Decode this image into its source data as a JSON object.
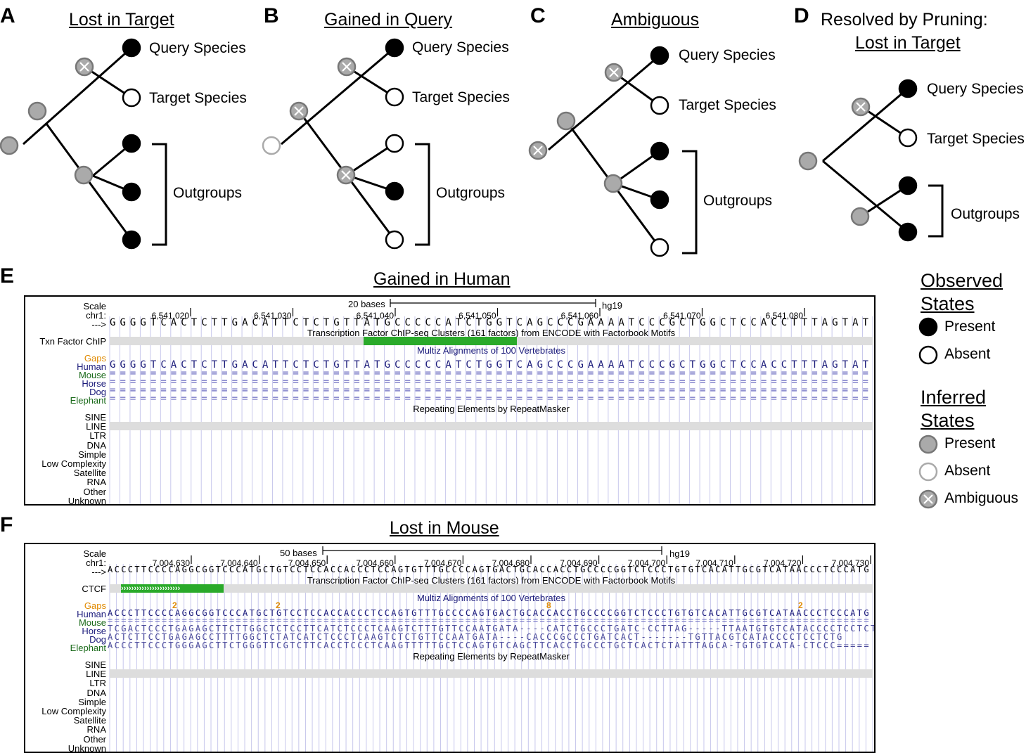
{
  "panels": [
    {
      "letter": "A",
      "title": "Lost in Target",
      "title_prefix": "",
      "species": [
        "Query Species",
        "Target Species"
      ],
      "outgroups": "Outgroups"
    },
    {
      "letter": "B",
      "title": "Gained in Query",
      "title_prefix": "",
      "species": [
        "Query Species",
        "Target Species"
      ],
      "outgroups": "Outgroups"
    },
    {
      "letter": "C",
      "title": "Ambiguous",
      "title_prefix": "",
      "species": [
        "Query Species",
        "Target Species"
      ],
      "outgroups": "Outgroups"
    },
    {
      "letter": "D",
      "title": "Lost in Target",
      "title_prefix": "Resolved by Pruning:",
      "species": [
        "Query Species",
        "Target Species"
      ],
      "outgroups": "Outgroups"
    }
  ],
  "legend": {
    "observed_title_1": "Observed",
    "observed_title_2": "States",
    "observed_items": [
      "Present",
      "Absent"
    ],
    "inferred_title_1": "Inferred",
    "inferred_title_2": "States",
    "inferred_items": [
      "Present",
      "Absent",
      "Ambiguous"
    ]
  },
  "browser_e": {
    "letter": "E",
    "title": "Gained in Human",
    "scale_label": "Scale",
    "chr_label": "chr1:",
    "arrow": "--->",
    "scale_text": "20 bases",
    "assembly": "hg19",
    "positions": [
      "6,541,020",
      "6,541,030",
      "6,541,040",
      "6,541,050",
      "6,541,060",
      "6,541,070",
      "6,541,080"
    ],
    "ref_seq": "GGGGTCACTCTTGACATTCTCTGTTATGCCCCCATCTGGTCAGCCCGAAAATCCCGCTGGCTCCACCTTTAGTAT",
    "tfbs_track": "Transcription Factor ChIP-seq Clusters (161 factors) from ENCODE with Factorbook Motifs",
    "tfbs_label": "Txn Factor ChIP",
    "multiz_track": "Multiz Alignments of 100 Vertebrates",
    "species_labels": [
      "Gaps",
      "Human",
      "Mouse",
      "Horse",
      "Dog",
      "Elephant"
    ],
    "human_seq": "GGGGTCACTCTTGACATTCTCTGTTATGCCCCCATCTGGTCAGCCCGAAAATCCCGCTGGCTCCACCTTTAGTAT",
    "dash_row": "===========================================================================",
    "rm_track": "Repeating Elements by RepeatMasker",
    "rm_labels": [
      "SINE",
      "LINE",
      "LTR",
      "DNA",
      "Simple",
      "Low Complexity",
      "Satellite",
      "RNA",
      "Other",
      "Unknown"
    ]
  },
  "browser_f": {
    "letter": "F",
    "title": "Lost in Mouse",
    "scale_label": "Scale",
    "chr_label": "chr1:",
    "arrow": "--->",
    "scale_text": "50 bases",
    "assembly": "hg19",
    "positions": [
      "7,004,630",
      "7,004,640",
      "7,004,650",
      "7,004,660",
      "7,004,670",
      "7,004,680",
      "7,004,690",
      "7,004,700",
      "7,004,710",
      "7,004,720",
      "7,004,730"
    ],
    "ref_seq": "ACCCTTCCCCAGGCGGTCCCATGCTGTCCTCCACCACCCTCCAGTGTTTGCCCCAGTGACTGCACCACCTGCCCCGGTCTCCCTGTGTCACATTGCGTCATAACCCTCCCATG",
    "tfbs_track": "Transcription Factor ChIP-seq Clusters (161 factors) from ENCODE with Factorbook Motifs",
    "tfbs_label": "CTCF",
    "ctcf_arrows": "›››››››››››››››››››››››",
    "multiz_track": "Multiz Alignments of 100 Vertebrates",
    "species_labels": [
      "Gaps",
      "Human",
      "Mouse",
      "Horse",
      "Dog",
      "Elephant"
    ],
    "gap_numbers": [
      "2",
      "2",
      "8",
      "2"
    ],
    "human_seq": "ACCCTTCCCCAGGCGGTCCCATGCTGTCCTCCACCACCCTCCAGTGTTTGCCCCAGTGACTGCACCACCTGCCCCGGTCTCCCTGTGTCACATTGCGTCATAACCCTCCCATG",
    "mouse_seq": "=================================================================================================================",
    "horse_seq": "TCGACTCCCTGAGAGCTTCTTGGCTCTCCTTCATCTCCCTCAAGTCTTTGTTCCAATGATA----CATCTGCCCTGATC-CCTTAG-----TTAATGTGTCATACCCCTCCTCTG",
    "dog_seq": "ACTCTTCCTGAGAGCCTTTTGGCTCTATCATCTCCCTCAAGTCTCTGTTCCAATGATA----CACCCGCCCTGATCACT-------TGTTACGTCATACCCCTCCTCTG",
    "elephant_seq": "ACCCTTCCCTGGGAGCTTCTGGGTTCGTCTTCACCTCCCTCAAGTTTTTGCTCCAGTGTCAGCTTCACCTGCCCTGCTCACTCTATTTAGCA-TGTGTCATA-CTCCC=====",
    "rm_track": "Repeating Elements by RepeatMasker",
    "rm_labels": [
      "SINE",
      "LINE",
      "LTR",
      "DNA",
      "Simple",
      "Low Complexity",
      "Satellite",
      "RNA",
      "Other",
      "Unknown"
    ]
  },
  "colors": {
    "present_obs": "#000000",
    "inferred_present": "#aaaaaa",
    "ambiguous": "#aaaaaa",
    "tfbs_green": "#2aaa2a",
    "track_gray": "#dddddd",
    "multiz_blue": "#1a1a7a",
    "gaps_orange": "#e08a00",
    "mouse_green": "#1a6a1a",
    "grid_blue": "#c8c8ec"
  }
}
